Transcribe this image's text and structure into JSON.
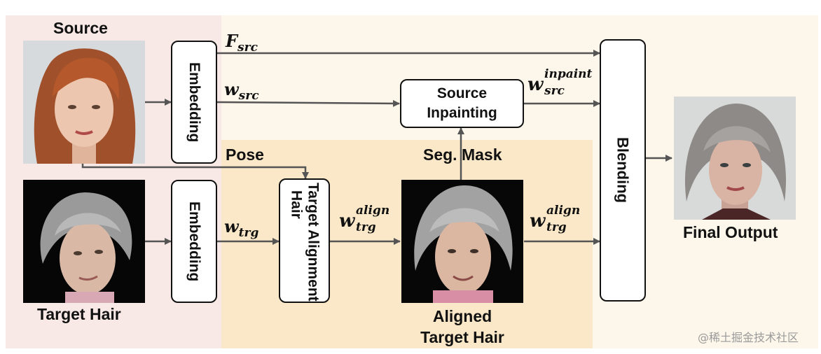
{
  "labels": {
    "source": "Source",
    "target_hair": "Target Hair",
    "pose": "Pose",
    "seg_mask": "Seg. Mask",
    "aligned_target_hair_1": "Aligned",
    "aligned_target_hair_2": "Target Hair",
    "final_output": "Final Output"
  },
  "boxes": {
    "embedding_top": "Embedding",
    "embedding_bottom": "Embedding",
    "target_hair_alignment_1": "Target Hair",
    "target_hair_alignment_2": "Alignment",
    "source_inpainting_1": "Source",
    "source_inpainting_2": "Inpainting",
    "blending": "Blending"
  },
  "math": {
    "f_src": {
      "base": "F",
      "sub": "src",
      "sup": ""
    },
    "w_src": {
      "base": "w",
      "sub": "src",
      "sup": ""
    },
    "w_trg": {
      "base": "w",
      "sub": "trg",
      "sup": ""
    },
    "w_trg_align_mid": {
      "base": "w",
      "sub": "trg",
      "sup": "align"
    },
    "w_src_inpaint": {
      "base": "w",
      "sub": "src",
      "sup": "inpaint"
    },
    "w_trg_align_right": {
      "base": "w",
      "sub": "trg",
      "sup": "align"
    }
  },
  "watermark": "@稀土掘金技术社区",
  "colors": {
    "source_panel": "#f8e9e6",
    "right_panel": "#fdf6ea",
    "middle_panel": "#fbe8c8",
    "arrow": "#555555"
  }
}
